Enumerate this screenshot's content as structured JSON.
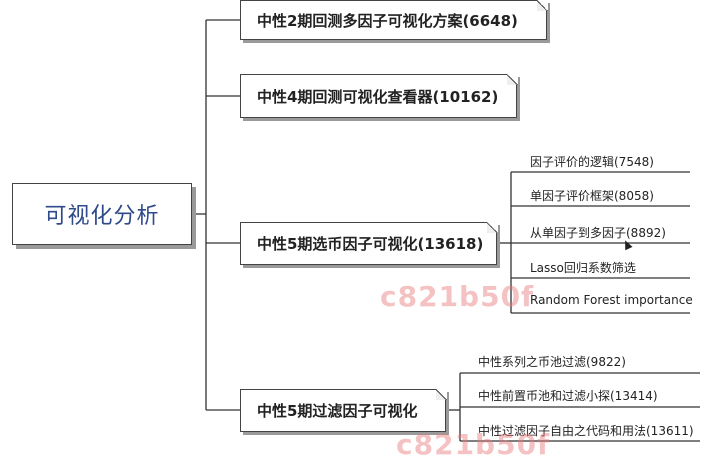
{
  "mindmap": {
    "root": "可视化分析",
    "branches": [
      {
        "label": "中性2期回测多因子可视化方案(6648)",
        "children": []
      },
      {
        "label": "中性4期回测可视化查看器(10162)",
        "children": []
      },
      {
        "label": "中性5期选币因子可视化(13618)",
        "children": [
          "因子评价的逻辑(7548)",
          "单因子评价框架(8058)",
          "从单因子到多因子(8892)",
          "Lasso回归系数筛选",
          "Random Forest importance"
        ]
      },
      {
        "label": "中性5期过滤因子可视化",
        "children": [
          "中性系列之币池过滤(9822)",
          "中性前置币池和过滤小探(13414)",
          "中性过滤因子自由之代码和用法(13611)"
        ]
      }
    ]
  },
  "watermark": {
    "text1": "c821b50f",
    "text2": "c821b50f"
  },
  "colors": {
    "root_text": "#2f4a8a",
    "watermark": "#e67878"
  }
}
